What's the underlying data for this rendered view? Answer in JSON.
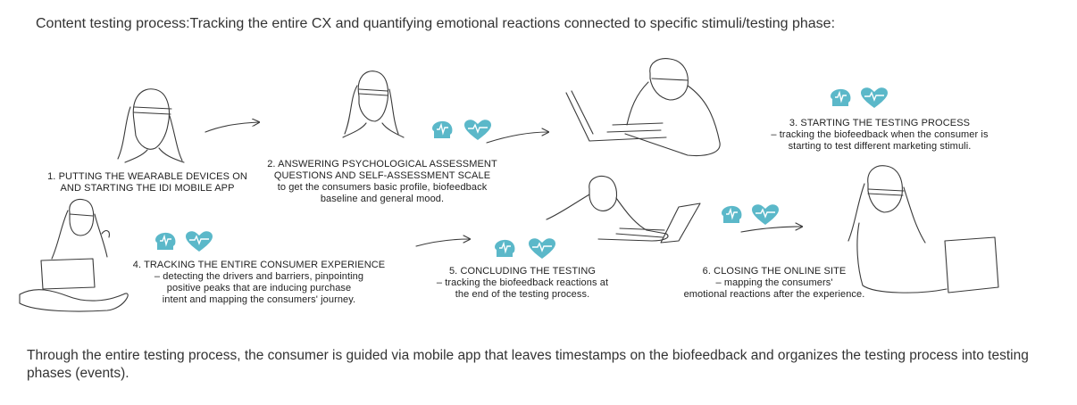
{
  "heading": "Content testing process:Tracking  the entire CX and quantifying emotional reactions connected to  specific stimuli/testing phase:",
  "steps": [
    {
      "title_1": "1.   PUTTING THE WEARABLE DEVICES ON",
      "title_2": "AND STARTING THE IDI MOBILE APP"
    },
    {
      "title_1": "2.   ANSWERING PSYCHOLOGICAL ASSESSMENT",
      "title_2": "QUESTIONS AND SELF-ASSESSMENT  SCALE",
      "desc_1": "to get the consumers basic profile, biofeedback",
      "desc_2": "baseline and general mood."
    },
    {
      "title_1": "3.   STARTING THE TESTING PROCESS",
      "desc_1": "– tracking the biofeedback when the consumer is",
      "desc_2": "starting to test different marketing stimuli."
    },
    {
      "title_1": "4.   TRACKING THE ENTIRE CONSUMER EXPERIENCE",
      "desc_1": "– detecting the drivers and barriers, pinpointing",
      "desc_2": "positive peaks that are inducing purchase",
      "desc_3": "intent and mapping the consumers' journey."
    },
    {
      "title_1": "5.   CONCLUDING THE TESTING",
      "desc_1": "– tracking the biofeedback reactions at",
      "desc_2": "the end of the testing process."
    },
    {
      "title_1": "6.   CLOSING THE ONLINE SITE",
      "desc_1": "– mapping the consumers'",
      "desc_2": "emotional reactions after the experience."
    }
  ],
  "footer": "Through the entire testing process, the consumer is guided via mobile app that leaves timestamps on the  biofeedback and organizes the testing process into testing phases (events).",
  "colors": {
    "accent": "#5bb8c9",
    "sketch": "#3a3a3a"
  },
  "icons": [
    "head-waveform-icon",
    "heart-pulse-icon"
  ]
}
